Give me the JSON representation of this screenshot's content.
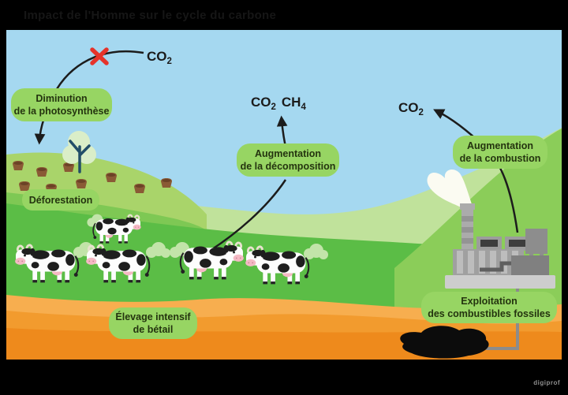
{
  "meta": {
    "title": "Impact de l'Homme sur le cycle du carbone",
    "watermark": "digiprof"
  },
  "labels": {
    "photosynthesis": {
      "line1": "Diminution",
      "line2": "de la photosynthèse"
    },
    "deforestation": {
      "line1": "Déforestation"
    },
    "decomposition": {
      "line1": "Augmentation",
      "line2": "de la décomposition"
    },
    "combustion": {
      "line1": "Augmentation",
      "line2": "de la combustion"
    },
    "fossil": {
      "line1": "Exploitation",
      "line2": "des combustibles fossiles"
    },
    "cattle": {
      "line1": "Élevage intensif",
      "line2": "de bétail"
    }
  },
  "gases": {
    "left": {
      "main": "CO",
      "sub": "2"
    },
    "middle": {
      "co": "CO",
      "co_sub": "2",
      "ch": "CH",
      "ch_sub": "4"
    },
    "right": {
      "main": "CO",
      "sub": "2"
    }
  },
  "icons": {
    "blocked_cross": "red-x-icon",
    "arrows": "curved-black-arrows",
    "methane_puff": "green-gas-puff"
  },
  "scene": {
    "cows": 5,
    "tree_stumps": 9,
    "oil_deposit": 1,
    "factory": 1
  },
  "colors": {
    "sky": "#a5d8f0",
    "pale_hill": "#c0e29b",
    "stump_hill": "#a9d46a",
    "transition_green": "#7ec854",
    "grass": "#5bbd46",
    "factory_hill": "#8bcd59",
    "soil_light": "#f7ae4f",
    "soil_mid": "#f29b2e",
    "soil_deep": "#ee8a1c",
    "bubble": "#97d563",
    "bubble_text": "#24340f",
    "cross_red": "#e5332a",
    "frame": "#000000"
  }
}
